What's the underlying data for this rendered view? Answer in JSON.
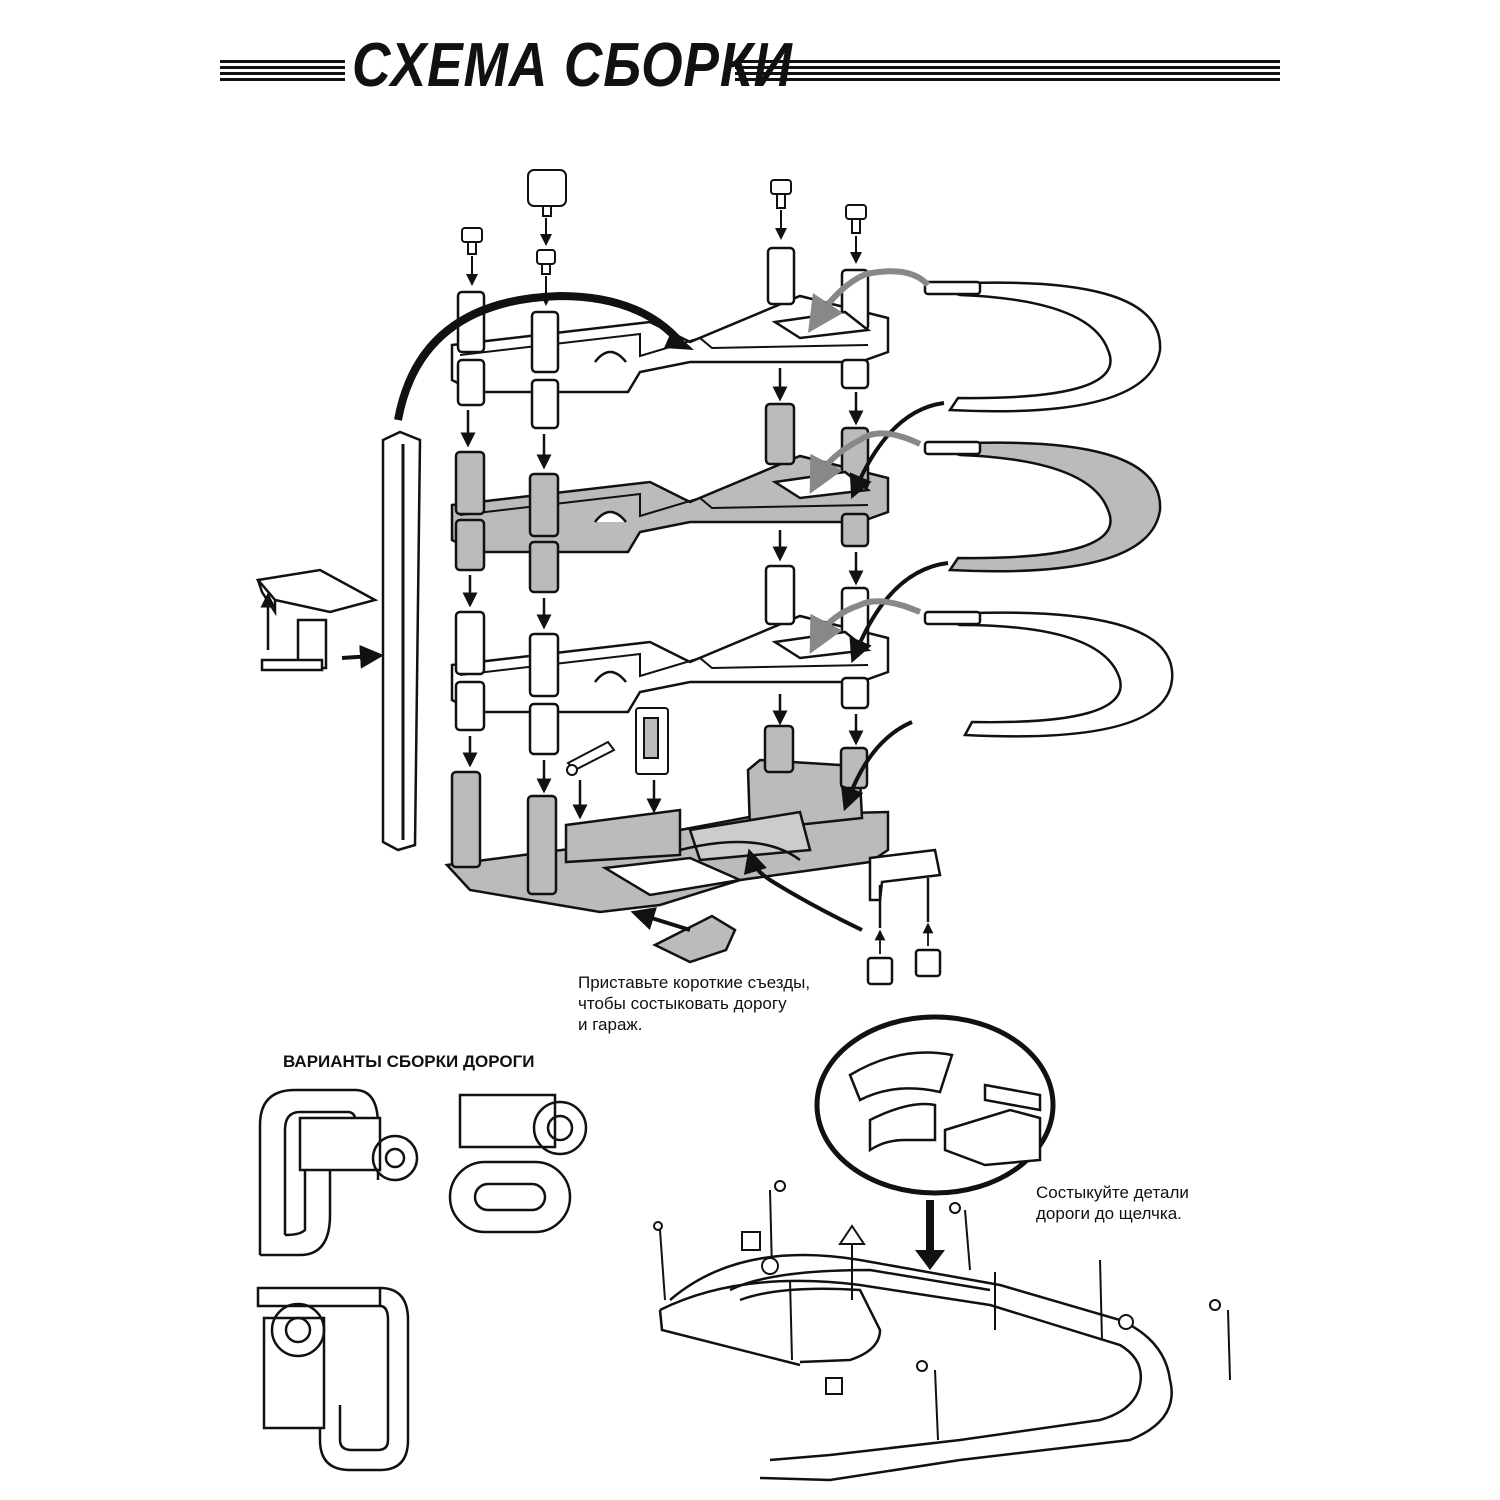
{
  "title": "СХЕМА СБОРКИ",
  "caption_ramps": "Приставьте короткие съезды,\nчтобы состыковать дорогу\nи гараж.",
  "section_title": "ВАРИАНТЫ СБОРКИ ДОРОГИ",
  "caption_connect": "Состыкуйте детали\nдороги до щелчка.",
  "colors": {
    "ink": "#111111",
    "shade": "#b8b8b8",
    "paper": "#ffffff"
  }
}
